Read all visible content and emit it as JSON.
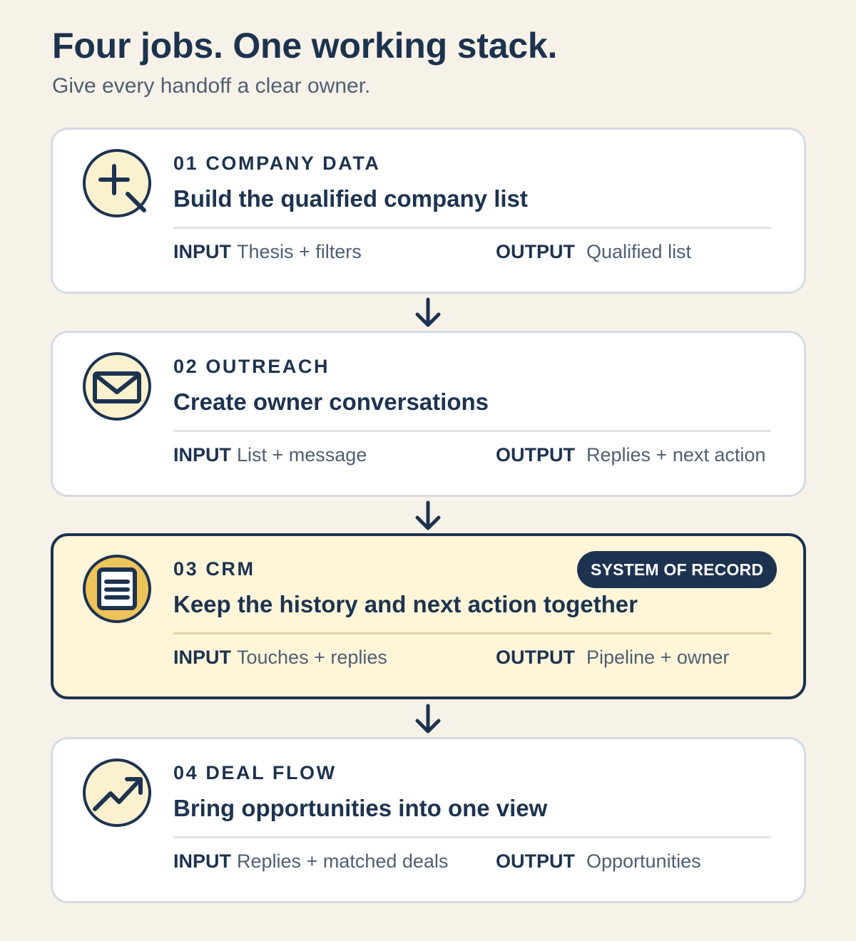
{
  "header": {
    "title": "Four jobs. One working stack.",
    "subtitle": "Give every handoff a clear owner."
  },
  "steps": [
    {
      "label": "01 COMPANY DATA",
      "headline": "Build the qualified company list",
      "input_key": "INPUT",
      "input": "Thesis + filters",
      "output_key": "OUTPUT",
      "output": "Qualified list",
      "icon": "search-plus-icon",
      "highlighted": false
    },
    {
      "label": "02 OUTREACH",
      "headline": "Create owner conversations",
      "input_key": "INPUT",
      "input": "List + message",
      "output_key": "OUTPUT",
      "output": "Replies + next action",
      "icon": "envelope-icon",
      "highlighted": false
    },
    {
      "label": "03 CRM",
      "headline": "Keep the history and next action together",
      "input_key": "INPUT",
      "input": "Touches + replies",
      "output_key": "OUTPUT",
      "output": "Pipeline + owner",
      "icon": "document-list-icon",
      "highlighted": true,
      "badge": "SYSTEM OF RECORD"
    },
    {
      "label": "04 DEAL FLOW",
      "headline": "Bring opportunities into one view",
      "input_key": "INPUT",
      "input": "Replies + matched deals",
      "output_key": "OUTPUT",
      "output": "Opportunities",
      "icon": "trend-up-icon",
      "highlighted": false
    }
  ],
  "colors": {
    "background": "#f7f2e8",
    "ink": "#1c3350",
    "muted": "#4f5f72",
    "icon_fill": "#fcf1cf",
    "highlight_fill": "#fff6d9",
    "highlight_icon": "#eec35a",
    "card_border": "#d6dbe2"
  }
}
